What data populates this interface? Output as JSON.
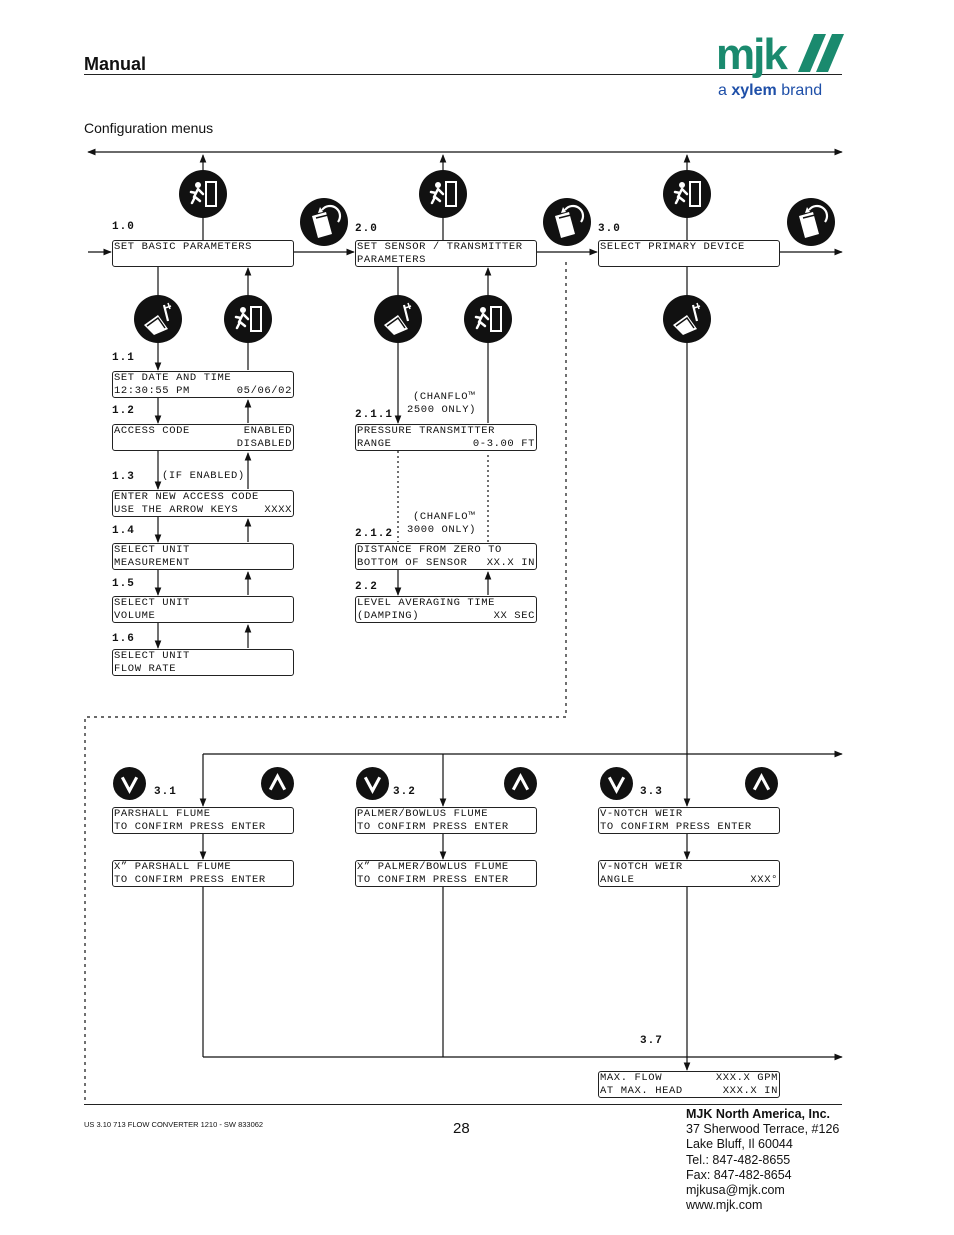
{
  "header": {
    "title": "Manual",
    "section": "Configuration menus"
  },
  "logo": {
    "wordmark": "mjk",
    "tag_prefix": "a",
    "tag_brand": "xylem",
    "tag_suffix": "brand"
  },
  "menus": {
    "m1_0": {
      "label": "1.0",
      "line1": "SET BASIC PARAMETERS",
      "line2": ""
    },
    "m2_0": {
      "label": "2.0",
      "line1": "SET SENSOR / TRANSMITTER",
      "line2": "PARAMETERS"
    },
    "m3_0": {
      "label": "3.0",
      "line1": "SELECT PRIMARY DEVICE",
      "line2": ""
    },
    "m1_1": {
      "label": "1.1",
      "line1": "SET DATE AND TIME",
      "line2a": "12:30:55 PM",
      "line2b": "05/06/02"
    },
    "m1_2": {
      "label": "1.2",
      "line1a": "ACCESS CODE",
      "line1b": "ENABLED",
      "line2b": "DISABLED"
    },
    "m1_3": {
      "label": "1.3",
      "note": "(IF ENABLED)",
      "line1": "ENTER NEW ACCESS CODE",
      "line2a": "USE THE ARROW KEYS",
      "line2b": "XXXX"
    },
    "m1_4": {
      "label": "1.4",
      "line1": "SELECT UNIT",
      "line2": "MEASUREMENT"
    },
    "m1_5": {
      "label": "1.5",
      "line1": "SELECT UNIT",
      "line2": "VOLUME"
    },
    "m1_6": {
      "label": "1.6",
      "line1": "SELECT UNIT",
      "line2": "FLOW RATE"
    },
    "m2_1_1": {
      "label": "2.1.1",
      "note1": "(CHANFLO™",
      "note2": "2500 ONLY)",
      "line1": "PRESSURE TRANSMITTER",
      "line2a": "RANGE",
      "line2b": "0-3.00 FT"
    },
    "m2_1_2": {
      "label": "2.1.2",
      "note1": "(CHANFLO™",
      "note2": "3000 ONLY)",
      "line1": "DISTANCE FROM ZERO TO",
      "line2a": "BOTTOM OF SENSOR",
      "line2b": "XX.X IN"
    },
    "m2_2": {
      "label": "2.2",
      "line1": "LEVEL AVERAGING TIME",
      "line2a": "(DAMPING)",
      "line2b": "XX SEC"
    },
    "m3_1": {
      "label": "3.1",
      "line1": "PARSHALL FLUME",
      "line2": "TO CONFIRM PRESS ENTER"
    },
    "m3_1b": {
      "line1": "X” PARSHALL FLUME",
      "line2": "TO CONFIRM PRESS ENTER"
    },
    "m3_2": {
      "label": "3.2",
      "line1": "PALMER/BOWLUS FLUME",
      "line2": "TO CONFIRM PRESS ENTER"
    },
    "m3_2b": {
      "line1": "X” PALMER/BOWLUS FLUME",
      "line2": "TO CONFIRM PRESS ENTER"
    },
    "m3_3": {
      "label": "3.3",
      "line1": "V-NOTCH WEIR",
      "line2": "TO CONFIRM PRESS ENTER"
    },
    "m3_3b": {
      "line1": "V-NOTCH WEIR",
      "line2a": "ANGLE",
      "line2b": "XXX°"
    },
    "m3_7": {
      "label": "3.7",
      "line1a": "MAX. FLOW",
      "line1b": "XXX.X GPM",
      "line2a": "AT MAX. HEAD",
      "line2b": "XXX.X IN"
    }
  },
  "footer": {
    "doc_id": "US 3.10 713 FLOW CONVERTER 1210 - SW 833062",
    "page": "28",
    "company": "MJK North America, Inc.",
    "address1": "37 Sherwood Terrace, #126",
    "address2": "Lake Bluff, Il 60044",
    "tel": "Tel.: 847-482-8655",
    "fax": "Fax: 847-482-8654",
    "email": "mjkusa@mjk.com",
    "web": "www.mjk.com"
  }
}
